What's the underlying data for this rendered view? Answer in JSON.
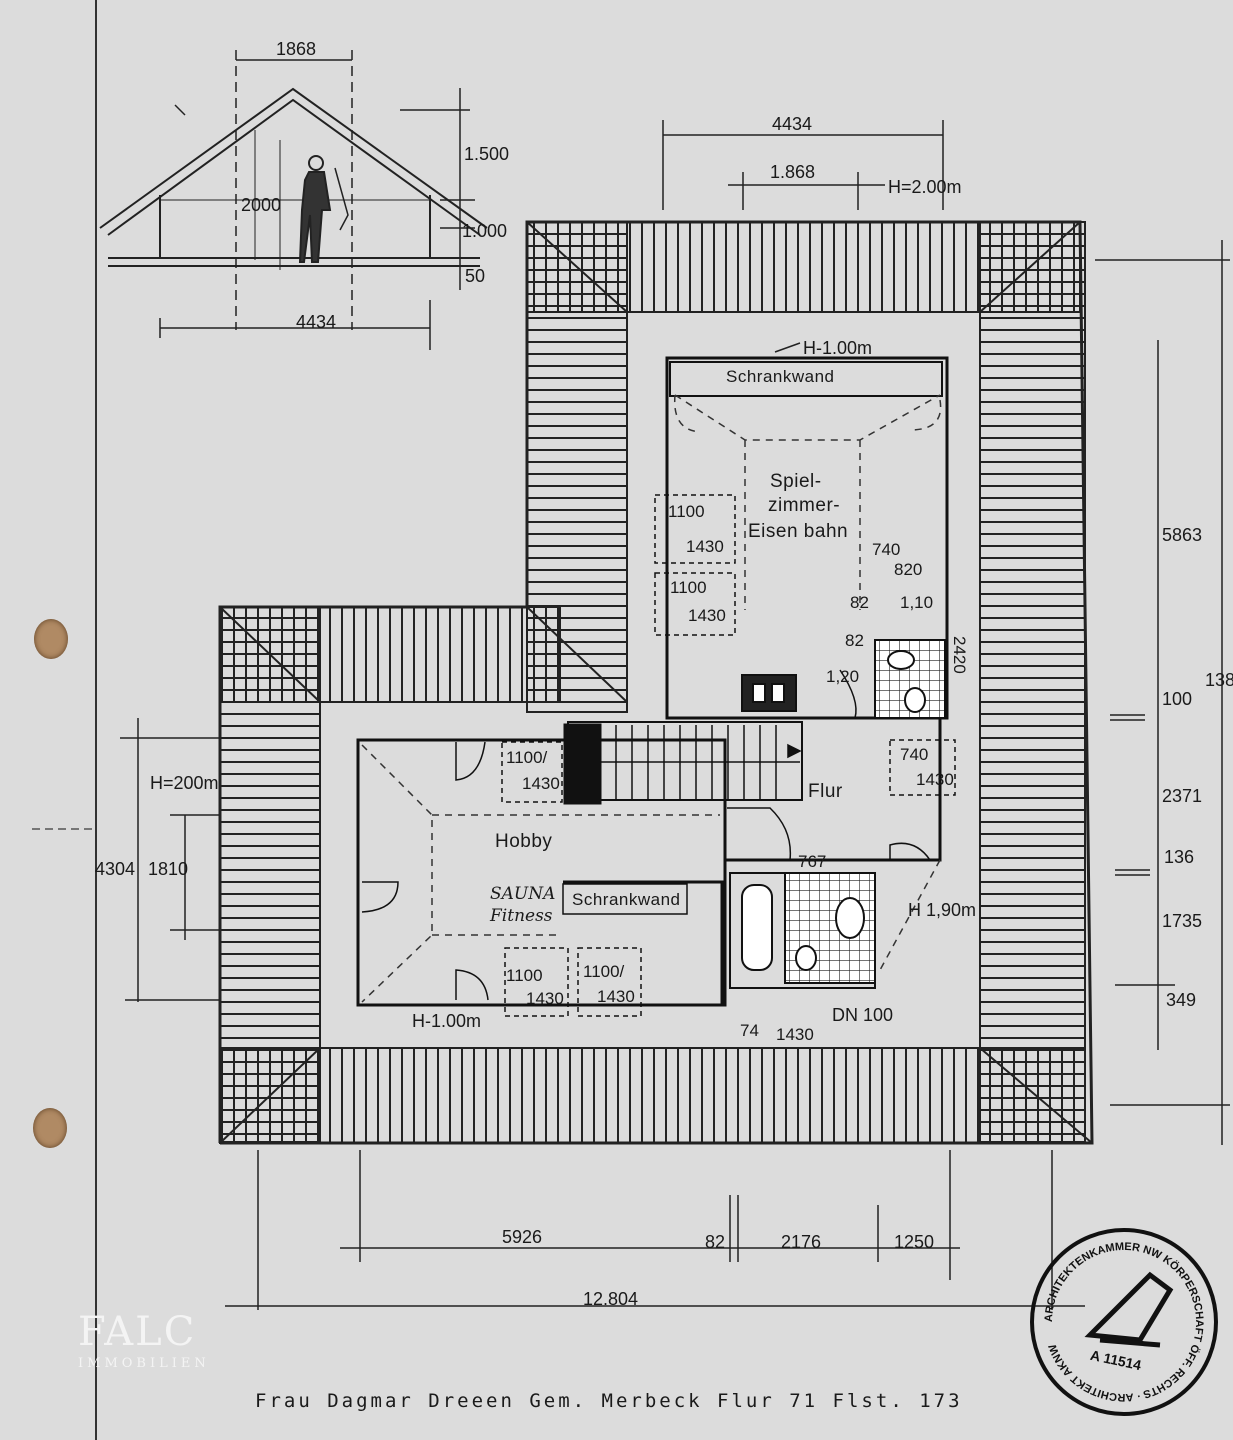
{
  "section": {
    "width_top": "1868",
    "height_upper": "1.500",
    "height_person": "2000",
    "knee_height": "1.000",
    "floor_offset": "50",
    "width_bottom": "4434"
  },
  "dimensions": {
    "top_4434": "4434",
    "top_1868": "1.868",
    "top_h": "H=2.00m",
    "h_100_top": "H-1.00m",
    "left_h200": "H=200m",
    "left_4304": "4304",
    "left_1810": "1810",
    "right_5863": "5863",
    "right_100": "100",
    "right_2371": "2371",
    "right_136": "136",
    "right_1735": "1735",
    "right_349": "349",
    "right_138": "138",
    "bottom_5926": "5926",
    "bottom_82": "82",
    "bottom_2176": "2176",
    "bottom_1250": "1250",
    "total_12804": "12.804",
    "h_190": "H 1,90m",
    "h_100_bottom": "H-1.00m",
    "dn100": "DN 100",
    "door_767": "767",
    "win_74": "74",
    "win_1430": "1430",
    "d82a": "82",
    "d82b": "82",
    "d110": "1,10",
    "d120": "1,20",
    "side_2420": "2420"
  },
  "rooms": {
    "schrankwand_top": "Schrankwand",
    "spiel_1": "Spiel-",
    "spiel_2": "zimmer-",
    "spiel_3": "Eisen bahn",
    "flur": "Flur",
    "hobby": "Hobby",
    "sauna": "SAUNA",
    "fitness": "Fitness",
    "schrankwand_bottom": "Schrankwand"
  },
  "windows": [
    {
      "a": "1100",
      "b": "1430"
    },
    {
      "a": "1100",
      "b": "1430"
    },
    {
      "a": "740",
      "b": "820"
    },
    {
      "a": "1100/",
      "b": "1430"
    },
    {
      "a": "740",
      "b": "1430"
    },
    {
      "a": "1100",
      "b": "1430"
    },
    {
      "a": "1100/",
      "b": "1430"
    }
  ],
  "footer": "Frau Dagmar Dreeen Gem. Merbeck Flur 71 Flst. 173",
  "logo": {
    "main": "FALC",
    "sub": "IMMOBILIEN"
  },
  "stamp": {
    "ring": "ARCHITEKTENKAMMER NW KÖRPERSCHAFT ÖFF. RECHTS · ARCHITEKT AKNW",
    "number": "A 11514"
  },
  "colors": {
    "paper": "#dcdcdc",
    "ink": "#1a1a1a",
    "hole": "#b08a64"
  }
}
